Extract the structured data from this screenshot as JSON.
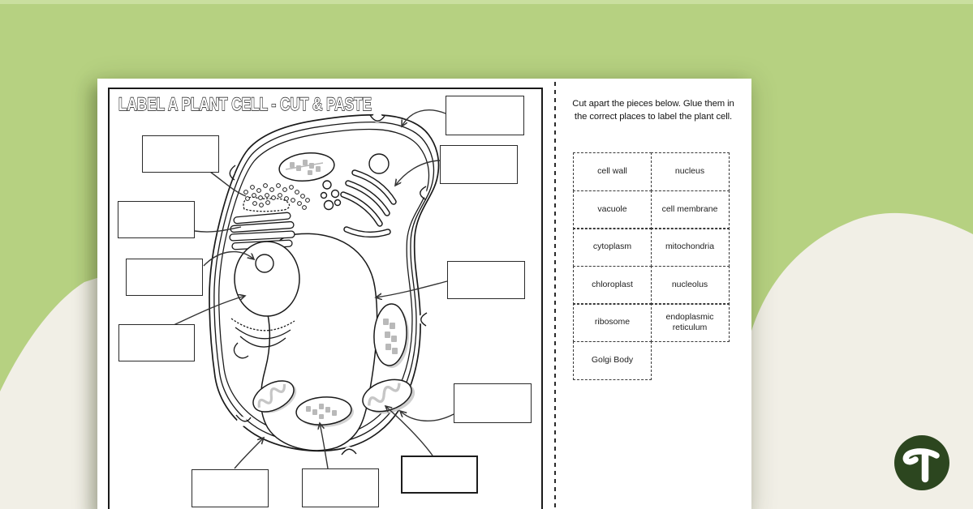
{
  "page": {
    "title": "LABEL A PLANT CELL - CUT & PASTE",
    "instructions": "Cut apart the pieces below. Glue them in the correct places to label the plant cell."
  },
  "pieces": [
    "cell wall",
    "nucleus",
    "vacuole",
    "cell membrane",
    "cytoplasm",
    "mitochondria",
    "chloroplast",
    "nucleolus",
    "ribosome",
    "endoplasmic reticulum",
    "Golgi Body"
  ],
  "palette": {
    "background_green": "#b6d181",
    "top_strip_green": "#cadf9f",
    "paper_white": "#ffffff",
    "blob_cream": "#f1efe6",
    "logo_green": "#2c461f",
    "line_black": "#1a1a1a"
  },
  "logo": {
    "icon": "teach-starter-logo"
  }
}
